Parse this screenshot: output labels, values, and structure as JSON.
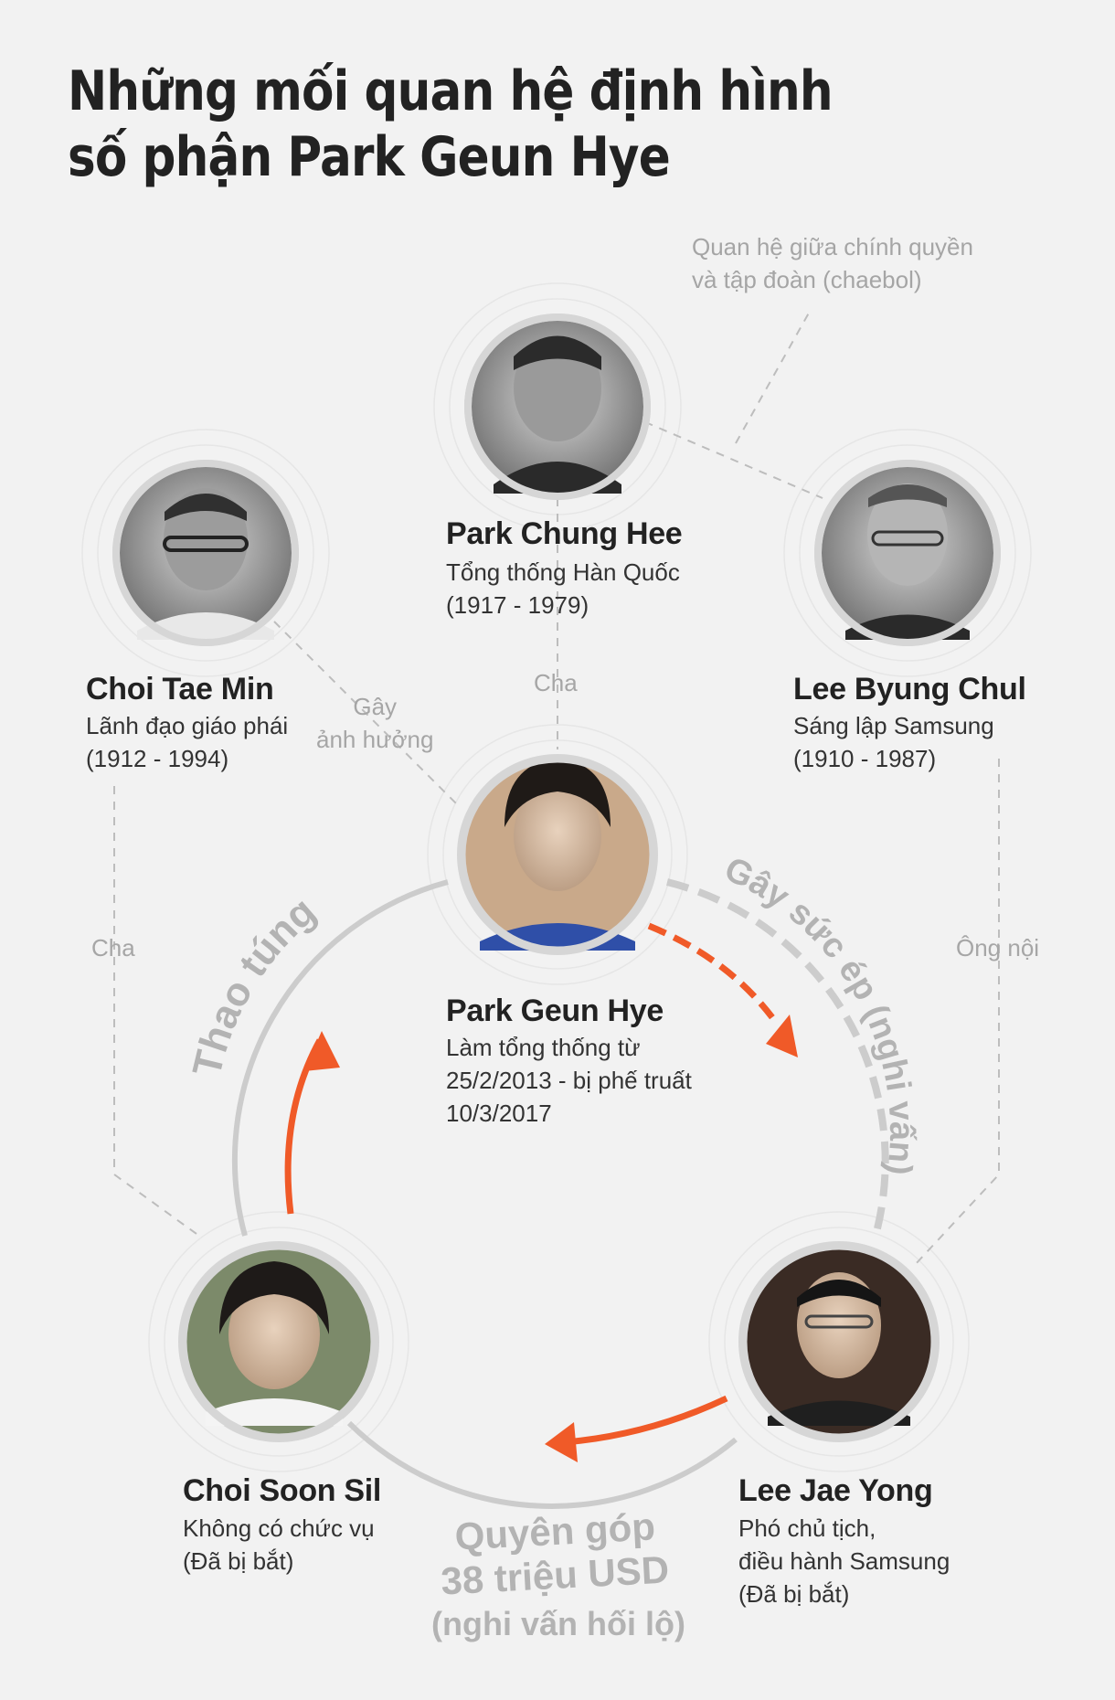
{
  "title": {
    "line1": "Những mối quan hệ định hình",
    "line2": "số phận Park Geun Hye"
  },
  "note": {
    "line1": "Quan hệ giữa chính quyền",
    "line2": "và tập đoàn (chaebol)"
  },
  "people": {
    "park_chung_hee": {
      "name": "Park Chung Hee",
      "desc1": "Tổng thống Hàn Quốc",
      "desc2": "(1917 - 1979)"
    },
    "choi_tae_min": {
      "name": "Choi Tae Min",
      "desc1": "Lãnh đạo giáo phái",
      "desc2": "(1912 - 1994)"
    },
    "lee_byung_chul": {
      "name": "Lee Byung Chul",
      "desc1": "Sáng lập Samsung",
      "desc2": "(1910 - 1987)"
    },
    "park_geun_hye": {
      "name": "Park Geun Hye",
      "desc1": "Làm tổng thống từ",
      "desc2": "25/2/2013 - bị phế truất",
      "desc3": "10/3/2017"
    },
    "choi_soon_sil": {
      "name": "Choi Soon Sil",
      "desc1": "Không có chức vụ",
      "desc2": "(Đã bị bắt)"
    },
    "lee_jae_yong": {
      "name": "Lee Jae Yong",
      "desc1": "Phó chủ tịch,",
      "desc2": "điều hành Samsung",
      "desc3": "(Đã bị bắt)"
    }
  },
  "relations": {
    "cha_center": "Cha",
    "cha_left": "Cha",
    "ong_noi": "Ông nội",
    "gay_anh_huong_1": "Gây",
    "gay_anh_huong_2": "ảnh hưởng",
    "thao_tung": "Thao túng",
    "gay_suc_ep": "Gây sức ép (nghi vấn)",
    "quyen_gop_1": "Quyên góp",
    "quyen_gop_2": "38 triệu USD",
    "quyen_gop_3": "(nghi vấn hối lộ)"
  },
  "colors": {
    "accent": "#f05a28",
    "ring": "#cccccc",
    "label_gray": "#a6a6a6"
  },
  "icons": {
    "photo": "person-photo-icon"
  }
}
